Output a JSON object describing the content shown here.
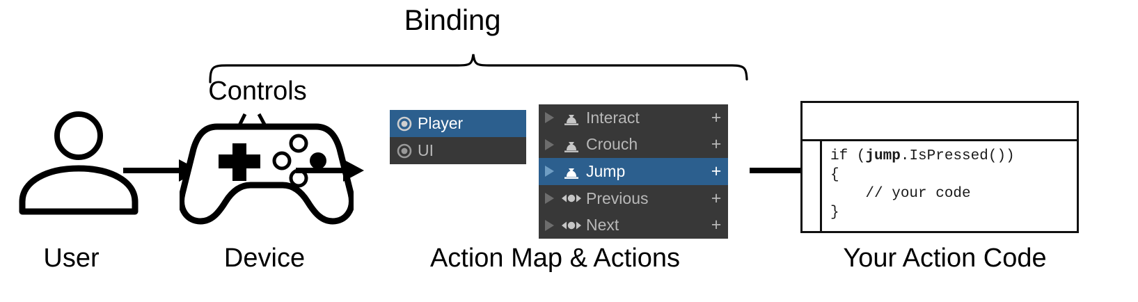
{
  "diagram": {
    "top_labels": {
      "binding": "Binding",
      "controls": "Controls"
    },
    "captions": {
      "user": "User",
      "device": "Device",
      "action_map": "Action Map & Actions",
      "code": "Your Action Code"
    },
    "icons": {
      "user": "user-icon",
      "device": "gamepad-icon",
      "arrow_user_to_device": "arrow-right-icon",
      "arrow_device_to_actions": "arrow-right-icon",
      "arrow_actions_to_code": "arrow-right-icon",
      "brace": "curly-brace-icon",
      "controls_arrow_left": "arrow-down-left-icon",
      "controls_arrow_right": "arrow-down-right-icon"
    }
  },
  "action_maps": {
    "rows": [
      {
        "label": "Player",
        "icon": "action-map-icon",
        "selected": true
      },
      {
        "label": "UI",
        "icon": "action-map-icon",
        "selected": false
      }
    ]
  },
  "actions": {
    "plus_label": "+",
    "rows": [
      {
        "label": "Interact",
        "icon": "button-action-icon",
        "type": "Button",
        "selected": false,
        "expanded": false
      },
      {
        "label": "Crouch",
        "icon": "button-action-icon",
        "type": "Button",
        "selected": false,
        "expanded": false
      },
      {
        "label": "Jump",
        "icon": "button-action-icon",
        "type": "Button",
        "selected": true,
        "expanded": false
      },
      {
        "label": "Previous",
        "icon": "axis-action-icon",
        "type": "Axis",
        "selected": false,
        "expanded": false
      },
      {
        "label": "Next",
        "icon": "axis-action-icon",
        "type": "Axis",
        "selected": false,
        "expanded": false
      }
    ]
  },
  "code_window": {
    "lines": [
      "if (",
      "jump",
      ".IsPressed())",
      "{",
      "    // your code",
      "}"
    ],
    "full_text": "if (jump.IsPressed())\n{\n    // your code\n}"
  },
  "colors": {
    "selection_blue": "#2c5f8e",
    "panel_dark": "#383838",
    "text_gray": "#b8b8b8",
    "text_white": "#ffffff",
    "ink": "#000000"
  }
}
